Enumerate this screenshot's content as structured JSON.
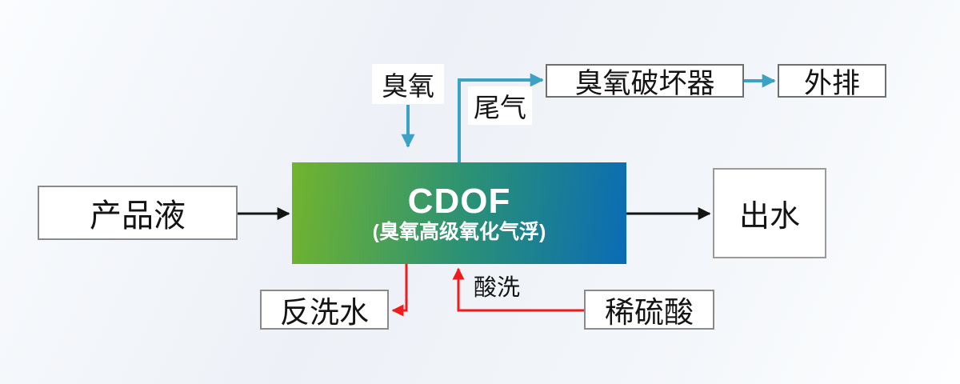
{
  "diagram": {
    "cdof": {
      "title": "CDOF",
      "subtitle": "(臭氧高级氧化气浮)"
    },
    "nodes": {
      "product": {
        "label": "产品液"
      },
      "effluent": {
        "label": "出水"
      },
      "ozone_destructor": {
        "label": "臭氧破坏器"
      },
      "discharge": {
        "label": "外排"
      },
      "backwash": {
        "label": "反洗水"
      },
      "dilute_sulfuric_acid": {
        "label": "稀硫酸"
      }
    },
    "flow_labels": {
      "ozone": "臭氧",
      "tail_gas": "尾气",
      "acid_wash": "酸洗"
    },
    "colors": {
      "flow_black": "#141414",
      "flow_teal": "#3ba1c5",
      "flow_red": "#ee1c1c",
      "cdof_gradient_left": "#72b42e",
      "cdof_gradient_mid": "#2b9175",
      "cdof_gradient_right": "#0a6cb5",
      "node_background": "#ffffff",
      "node_border": "#8a8a8a"
    }
  }
}
